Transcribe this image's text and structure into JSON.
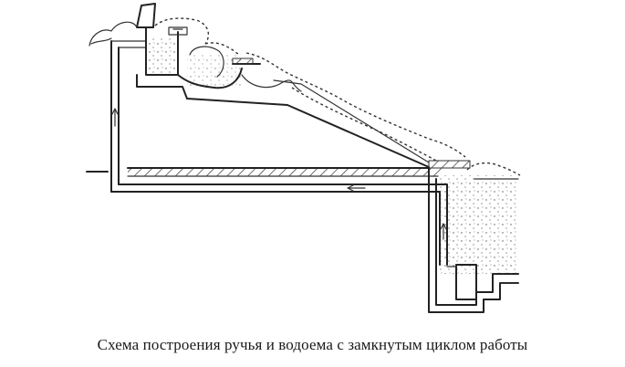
{
  "caption": "Схема построения ручья и водоема с замкнутым циклом работы",
  "colors": {
    "ink": "#222222",
    "paper": "#ffffff",
    "water_dots": "#555555"
  },
  "flow_arrows": {
    "up_pipe": "up",
    "horizontal_pipe": "left",
    "pond_pipe": "up"
  }
}
